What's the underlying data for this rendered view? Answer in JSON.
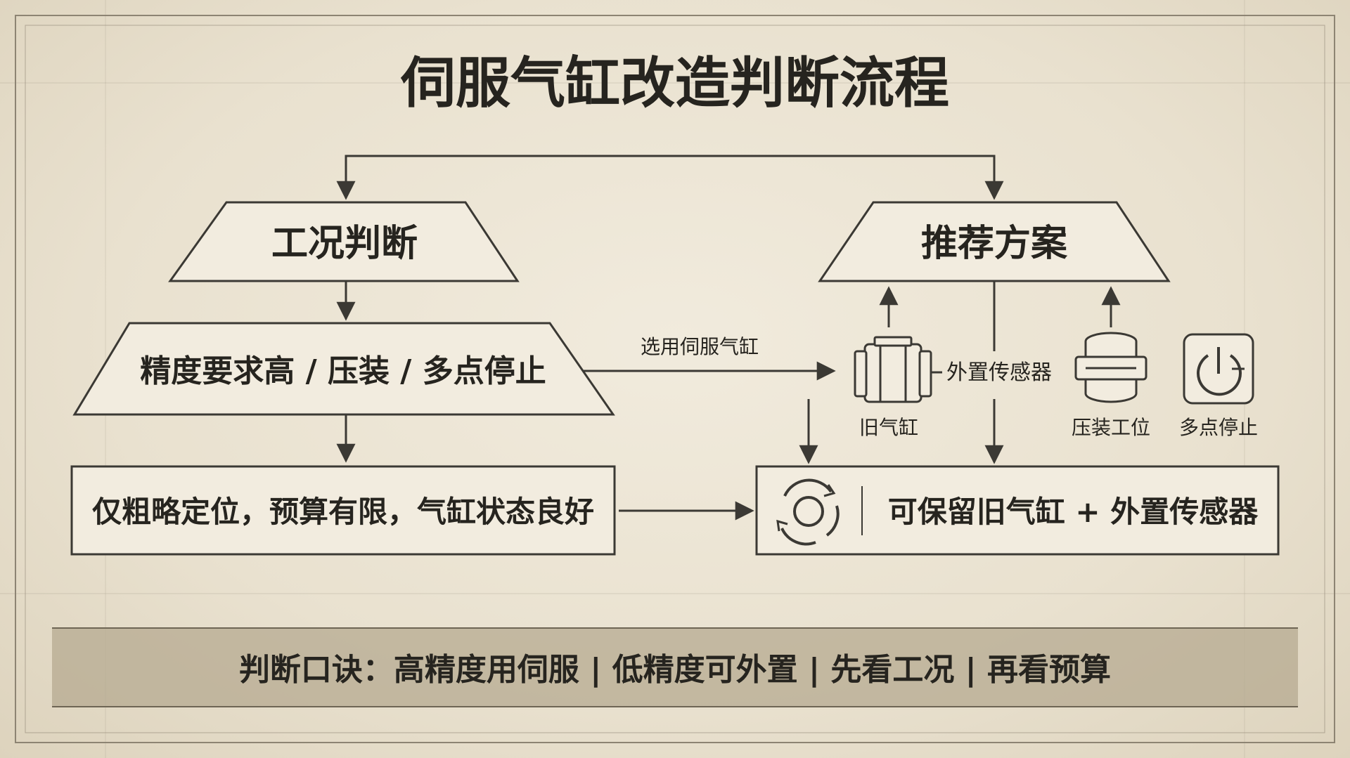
{
  "title": "伺服气缸改造判断流程",
  "left": {
    "header": "工况判断",
    "high_precision": "精度要求高 / 压装 / 多点停止",
    "low_precision": "仅粗略定位，预算有限，气缸状态良好"
  },
  "right": {
    "header": "推荐方案",
    "arrow_label": "选用伺服气缸",
    "sensor_label": "外置传感器",
    "icons": {
      "old_cylinder": "旧气缸",
      "press_station": "压装工位",
      "multi_stop": "多点停止"
    },
    "result": "可保留旧气缸 + 外置传感器"
  },
  "footer": {
    "mnemonic": "判断口诀：高精度用伺服 | 低精度可外置 | 先看工况 | 再看预算"
  },
  "colors": {
    "background": "#ebe3d3",
    "ink": "#26241f",
    "footer_band": "#b5a990"
  }
}
